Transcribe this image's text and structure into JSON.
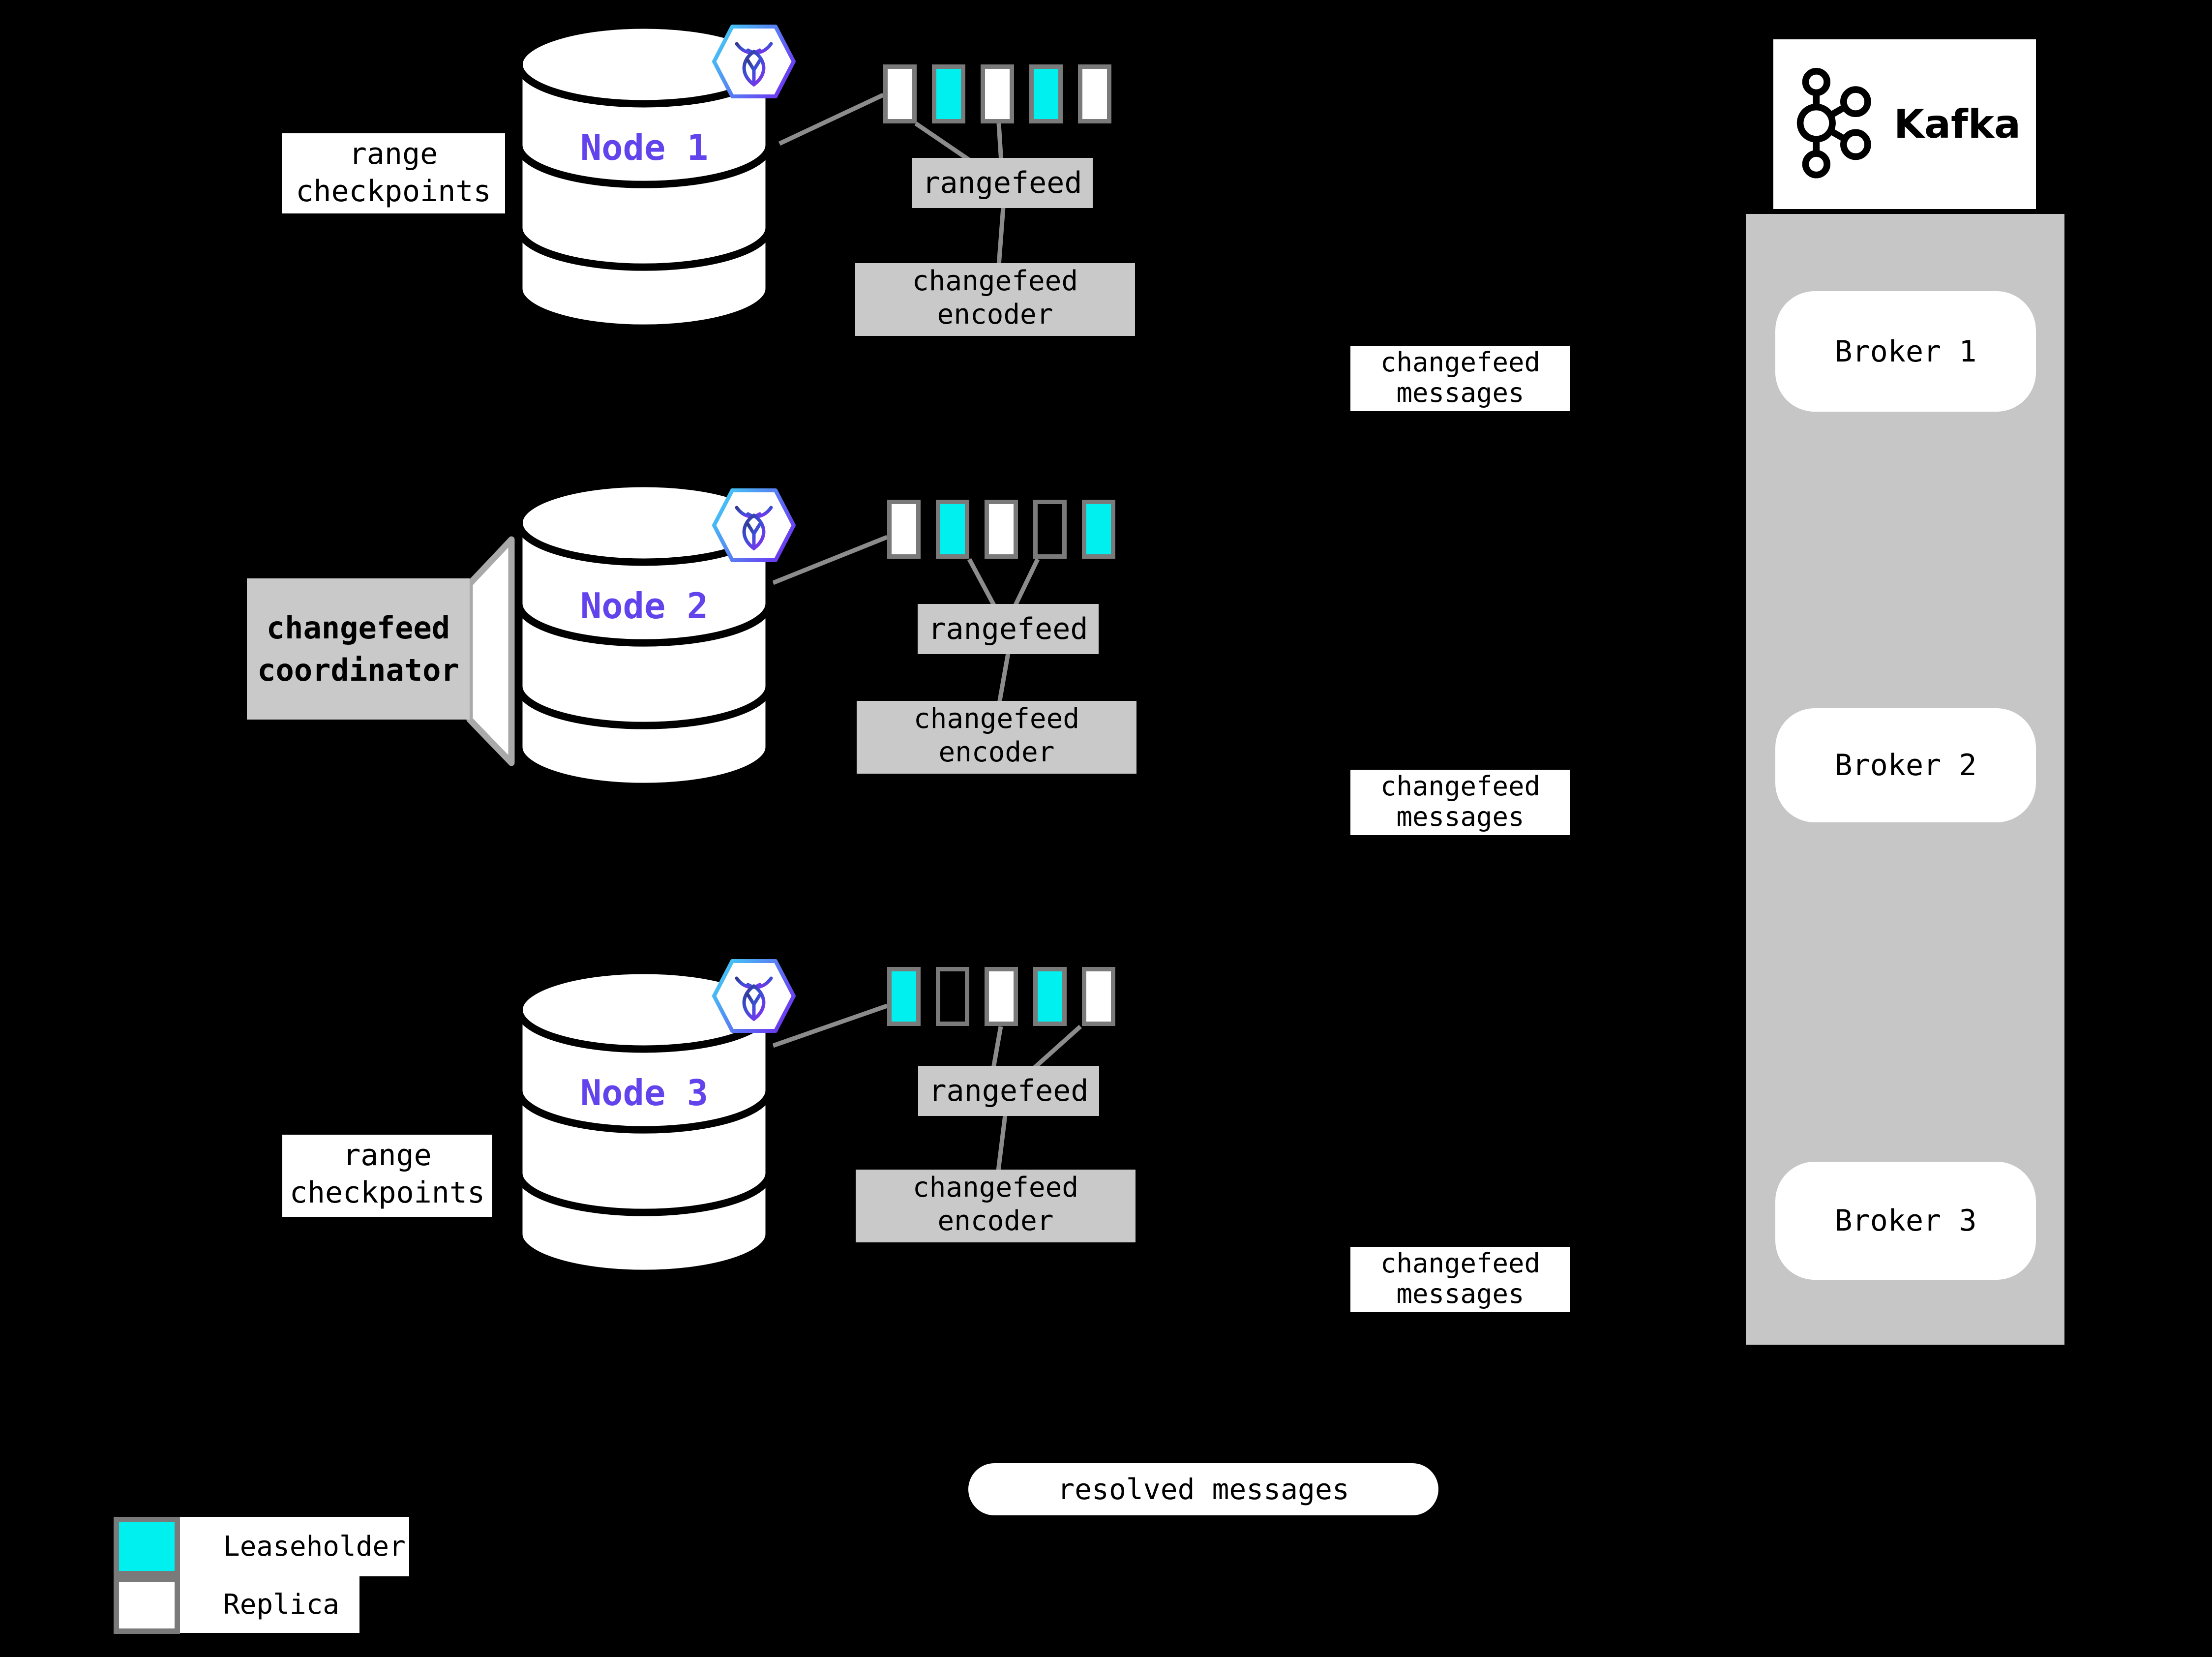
{
  "diagram_title": "",
  "nodes": [
    {
      "title": "Node 1",
      "callout_lines": [
        "range",
        "checkpoints"
      ],
      "rangefeed_label": "rangefeed",
      "encoder_lines": [
        "changefeed",
        "encoder"
      ],
      "messages_lines": [
        "changefeed",
        "messages"
      ],
      "squares": [
        "replica",
        "leaseholder",
        "replica",
        "leaseholder",
        "replica"
      ]
    },
    {
      "title": "Node 2",
      "callout_lines": [
        "changefeed",
        "coordinator"
      ],
      "rangefeed_label": "rangefeed",
      "encoder_lines": [
        "changefeed",
        "encoder"
      ],
      "messages_lines": [
        "changefeed",
        "messages"
      ],
      "squares": [
        "replica",
        "leaseholder",
        "replica",
        "empty",
        "leaseholder"
      ]
    },
    {
      "title": "Node 3",
      "callout_lines": [
        "range",
        "checkpoints"
      ],
      "rangefeed_label": "rangefeed",
      "encoder_lines": [
        "changefeed",
        "encoder"
      ],
      "messages_lines": [
        "changefeed",
        "messages"
      ],
      "squares": [
        "leaseholder",
        "empty",
        "replica",
        "leaseholder",
        "replica"
      ]
    }
  ],
  "kafka": {
    "logo_label": "Kafka",
    "brokers": [
      "Broker 1",
      "Broker 2",
      "Broker 3"
    ]
  },
  "resolved_label": "resolved messages",
  "legend": {
    "items": [
      {
        "label": "Leaseholder",
        "key": "leaseholder",
        "color": "#00efef"
      },
      {
        "label": "Replica",
        "key": "replica",
        "color": "#ffffff"
      }
    ]
  },
  "colors": {
    "background": "#000000",
    "leaseholder_fill": "#00efef",
    "replica_fill": "#ffffff",
    "gray_box": "#c9c9c9",
    "kafka_container": "#c6c6c6",
    "square_border": "#7a7a7a",
    "connector_line": "#8c8c8c",
    "node_title_purple": "#6243ec"
  },
  "icons": {
    "node_badge": "cockroachdb-logo-icon",
    "kafka_logo": "kafka-logo-icon",
    "database": "database-cylinder-icon"
  }
}
